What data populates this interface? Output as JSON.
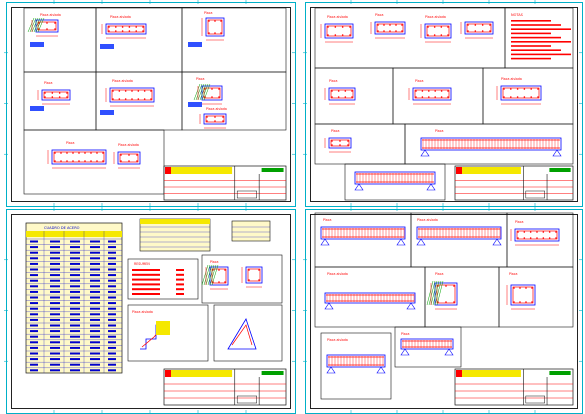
{
  "colors": {
    "frame": "#00b0c8",
    "rebar": "#ff0000",
    "concrete": "#0000ff",
    "hatch_green": "#00a000",
    "title_yellow": "#f5e800",
    "magenta": "#ff00ff",
    "ink": "#111111"
  },
  "sheets": [
    {
      "labels": [
        "Placa aislada",
        "Placa aislada",
        "Placa",
        "Placa",
        "Placa aislada",
        "Placa",
        "Placa aislada",
        "Placa",
        "Placa aislada"
      ],
      "title_text": ""
    },
    {
      "labels": [
        "Placa aislada",
        "Placa",
        "Placa aislada",
        "Placa",
        "Placa",
        "Placa aislada",
        "Placa",
        "Placa"
      ],
      "notes_title": "NOTAS"
    },
    {
      "table_title": "CUADRO DE ACERO",
      "summary_title": "RESUMEN",
      "detail_labels": [
        "Placa",
        "Placa aislada"
      ]
    },
    {
      "labels": [
        "Placa",
        "Placa aislada",
        "Placa",
        "Placa aislada",
        "Placa",
        "Placa",
        "Placa aislada",
        "Placa"
      ]
    }
  ]
}
